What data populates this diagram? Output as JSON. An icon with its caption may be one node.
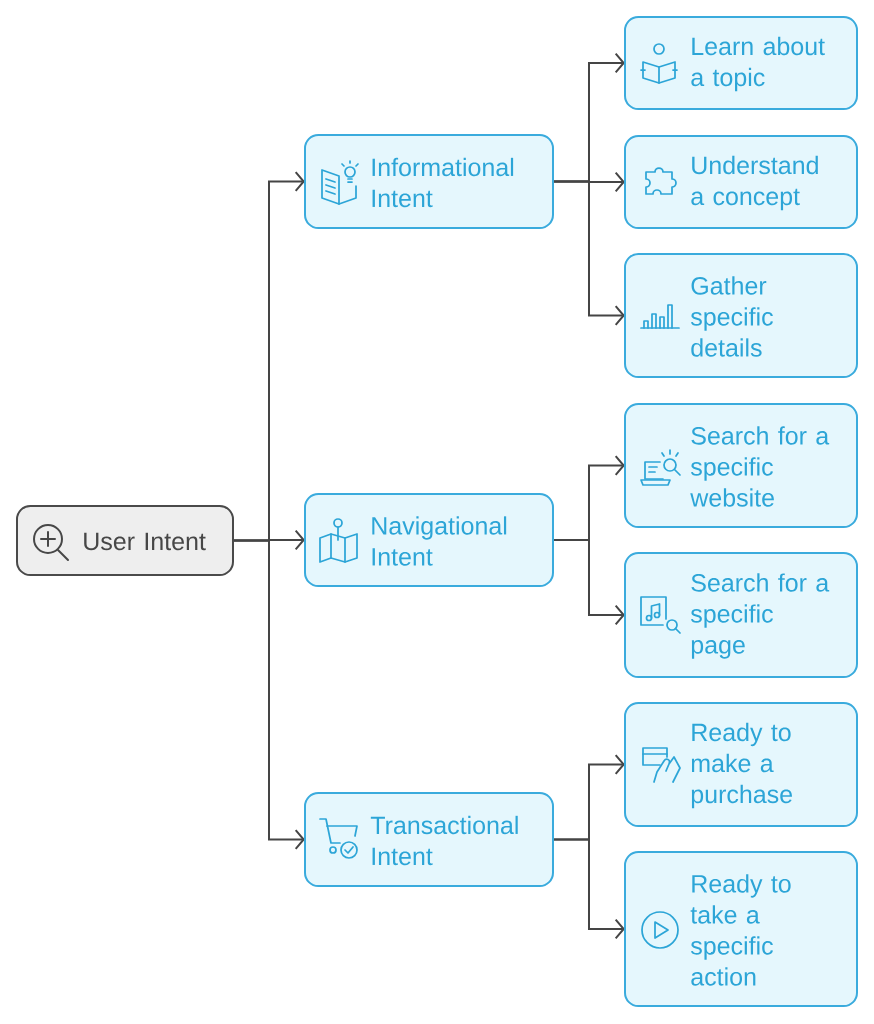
{
  "diagram": {
    "nodes": [
      {
        "text": [
          "User Intent"
        ]
      },
      {
        "text": [
          "Informational Intent"
        ]
      },
      {
        "text": [
          "Learn about a topic"
        ]
      },
      {
        "text": [
          "Understand a concept"
        ]
      },
      {
        "text": [
          "Gather specific details"
        ]
      },
      {
        "text": [
          "Navigational Intent"
        ]
      },
      {
        "text": [
          "Search for a specific website"
        ]
      },
      {
        "text": [
          "Search for a specific page"
        ]
      },
      {
        "text": [
          "Transactional Intent"
        ]
      },
      {
        "text": [
          "Ready to make a purchase"
        ]
      },
      {
        "text": [
          "Ready to take a specific action"
        ]
      }
    ],
    "edges": [
      {
        "from": 0,
        "to": 1,
        "arrow": "to"
      },
      {
        "from": 0,
        "to": 5,
        "arrow": "to"
      },
      {
        "from": 0,
        "to": 8,
        "arrow": "to"
      },
      {
        "from": 1,
        "to": 2,
        "arrow": "to"
      },
      {
        "from": 1,
        "to": 3,
        "arrow": "to"
      },
      {
        "from": 1,
        "to": 4,
        "arrow": "to"
      },
      {
        "from": 5,
        "to": 6,
        "arrow": "to"
      },
      {
        "from": 5,
        "to": 7,
        "arrow": "to"
      },
      {
        "from": 8,
        "to": 9,
        "arrow": "to"
      },
      {
        "from": 8,
        "to": 10,
        "arrow": "to"
      }
    ]
  }
}
